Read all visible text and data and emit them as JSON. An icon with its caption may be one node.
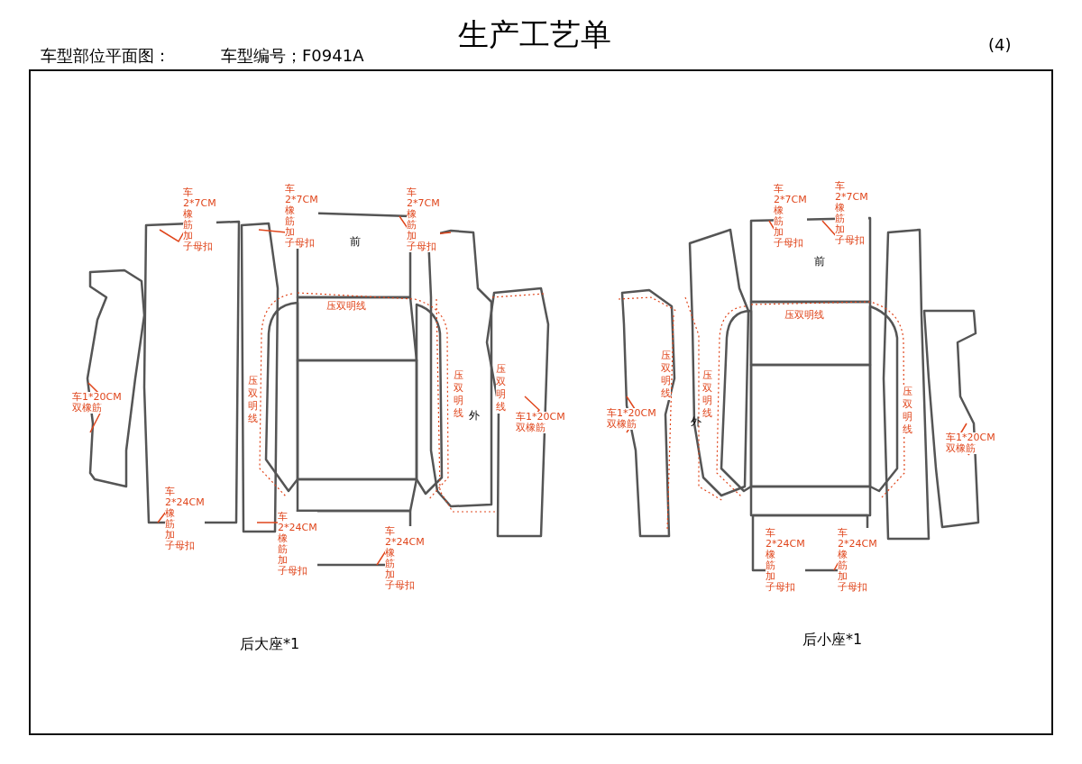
{
  "diagram": {
    "title": "生产工艺单",
    "labels": [
      "车型部位平面图：",
      "车型编号；F0941A",
      "(4)",
      "车2*7CM橡筋加子母扣",
      "车2*7CM橡筋加子母扣",
      "车2*7CM橡筋加子母扣",
      "前",
      "压双明线",
      "压双明线",
      "车1*20CM双橡筋",
      "压双明线",
      "压双明线",
      "外",
      "车1*20CM双橡筋",
      "车2*24CM橡筋加子母扣",
      "车2*24CM橡筋加子母扣",
      "车2*24CM橡筋加子母扣",
      "后大座*1",
      "车2*7CM橡筋加子母扣",
      "车2*7CM橡筋加子母扣",
      "前",
      "压双明线",
      "压双明线",
      "压双明线",
      "车1*20CM双橡筋",
      "外",
      "压双明线",
      "车1*20CM双橡筋",
      "车2*24CM橡筋加子母扣",
      "车2*24CM橡筋加子母扣",
      "后小座*1"
    ]
  }
}
